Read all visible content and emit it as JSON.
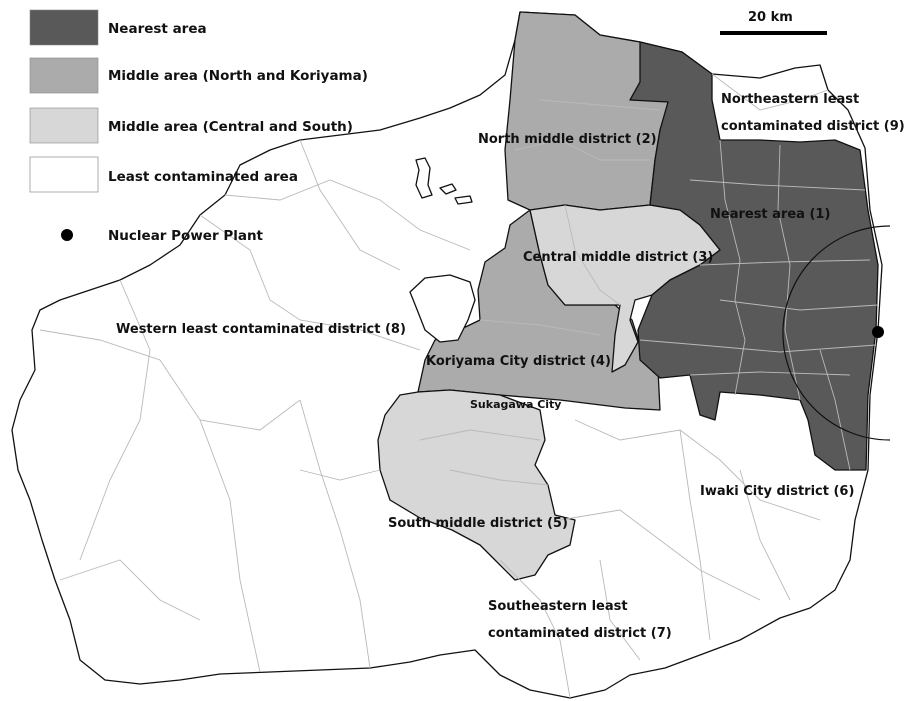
{
  "legend": {
    "nearest": {
      "label": "Nearest area",
      "color": "#595959"
    },
    "middle_nk": {
      "label": "Middle area (North and Koriyama)",
      "color": "#ababab"
    },
    "middle_cs": {
      "label": "Middle area (Central and South)",
      "color": "#d7d7d7"
    },
    "least": {
      "label": "Least contaminated area",
      "color": "#ffffff"
    },
    "plant": {
      "label": "Nuclear Power Plant",
      "color": "#000000"
    }
  },
  "scale_bar": {
    "label": "20 km"
  },
  "labels": {
    "northeastern_1": "Northeastern least",
    "northeastern_2": "contaminated district (9)",
    "north_middle": "North middle district (2)",
    "nearest": "Nearest area (1)",
    "central_middle": "Central middle district (3)",
    "western": "Western least contaminated district (8)",
    "koriyama": "Koriyama City district (4)",
    "sukagawa": "Sukagawa City",
    "iwaki": "Iwaki City district (6)",
    "south_middle": "South middle district (5)",
    "southeastern_1": "Southeastern least",
    "southeastern_2": "contaminated district (7)"
  }
}
